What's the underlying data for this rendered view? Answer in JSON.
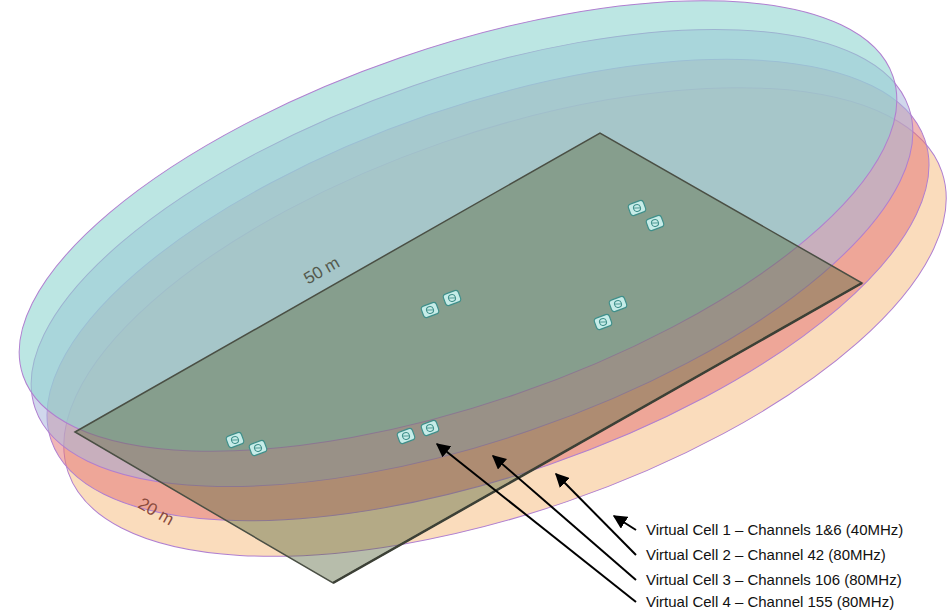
{
  "diagram": {
    "labels": [
      "50 m",
      "20 m",
      "Virtual Cell 1 – Channels 1&6 (40MHz)",
      "Virtual Cell 2 – Channel 42 (80MHz)",
      "Virtual Cell 3 – Channels 106 (80MHz)",
      "Virtual Cell 4 – Channel 155 (80MHz)"
    ]
  }
}
